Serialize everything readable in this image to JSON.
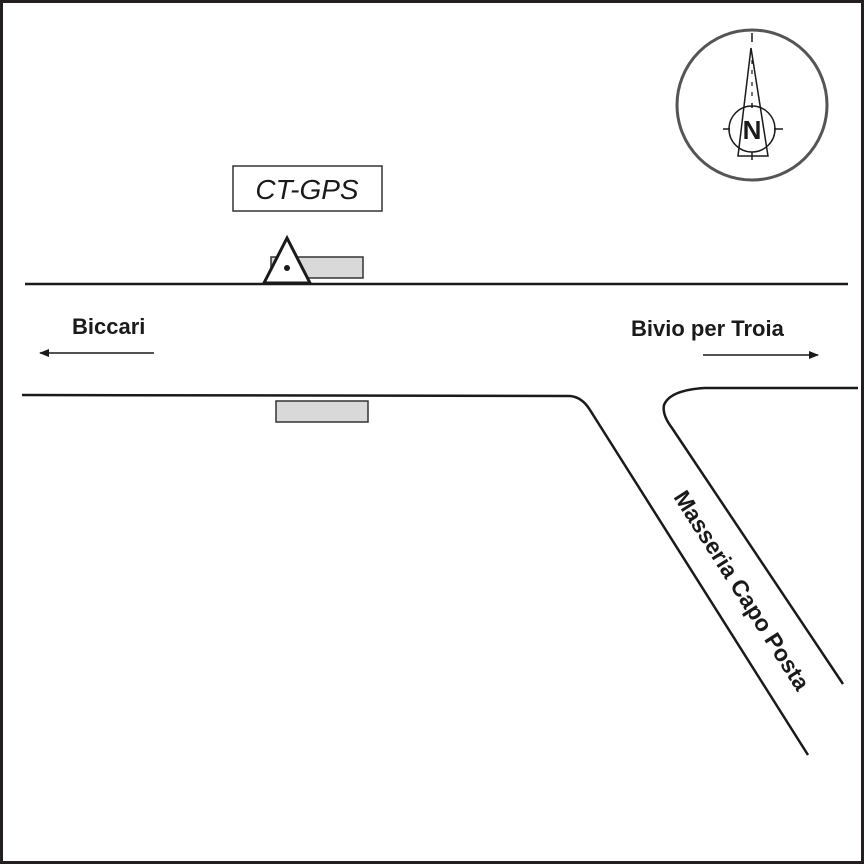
{
  "map": {
    "station_label": "CT-GPS",
    "compass_letter": "N",
    "directions": [
      {
        "label": "Biccari",
        "arrow": "left"
      },
      {
        "label": "Bivio per Troia",
        "arrow": "right"
      }
    ],
    "side_road_label": "Masseria Capo Posta"
  },
  "colors": {
    "line": "#1a1a1a",
    "border": "#231f20",
    "compass_ring": "#555555",
    "building_fill": "#d9d9d9",
    "building_stroke": "#333333",
    "background": "#ffffff"
  },
  "icons": {
    "station_marker": "triangle-with-dot",
    "compass": "north-arrow-compass",
    "direction_arrow": "arrow"
  }
}
